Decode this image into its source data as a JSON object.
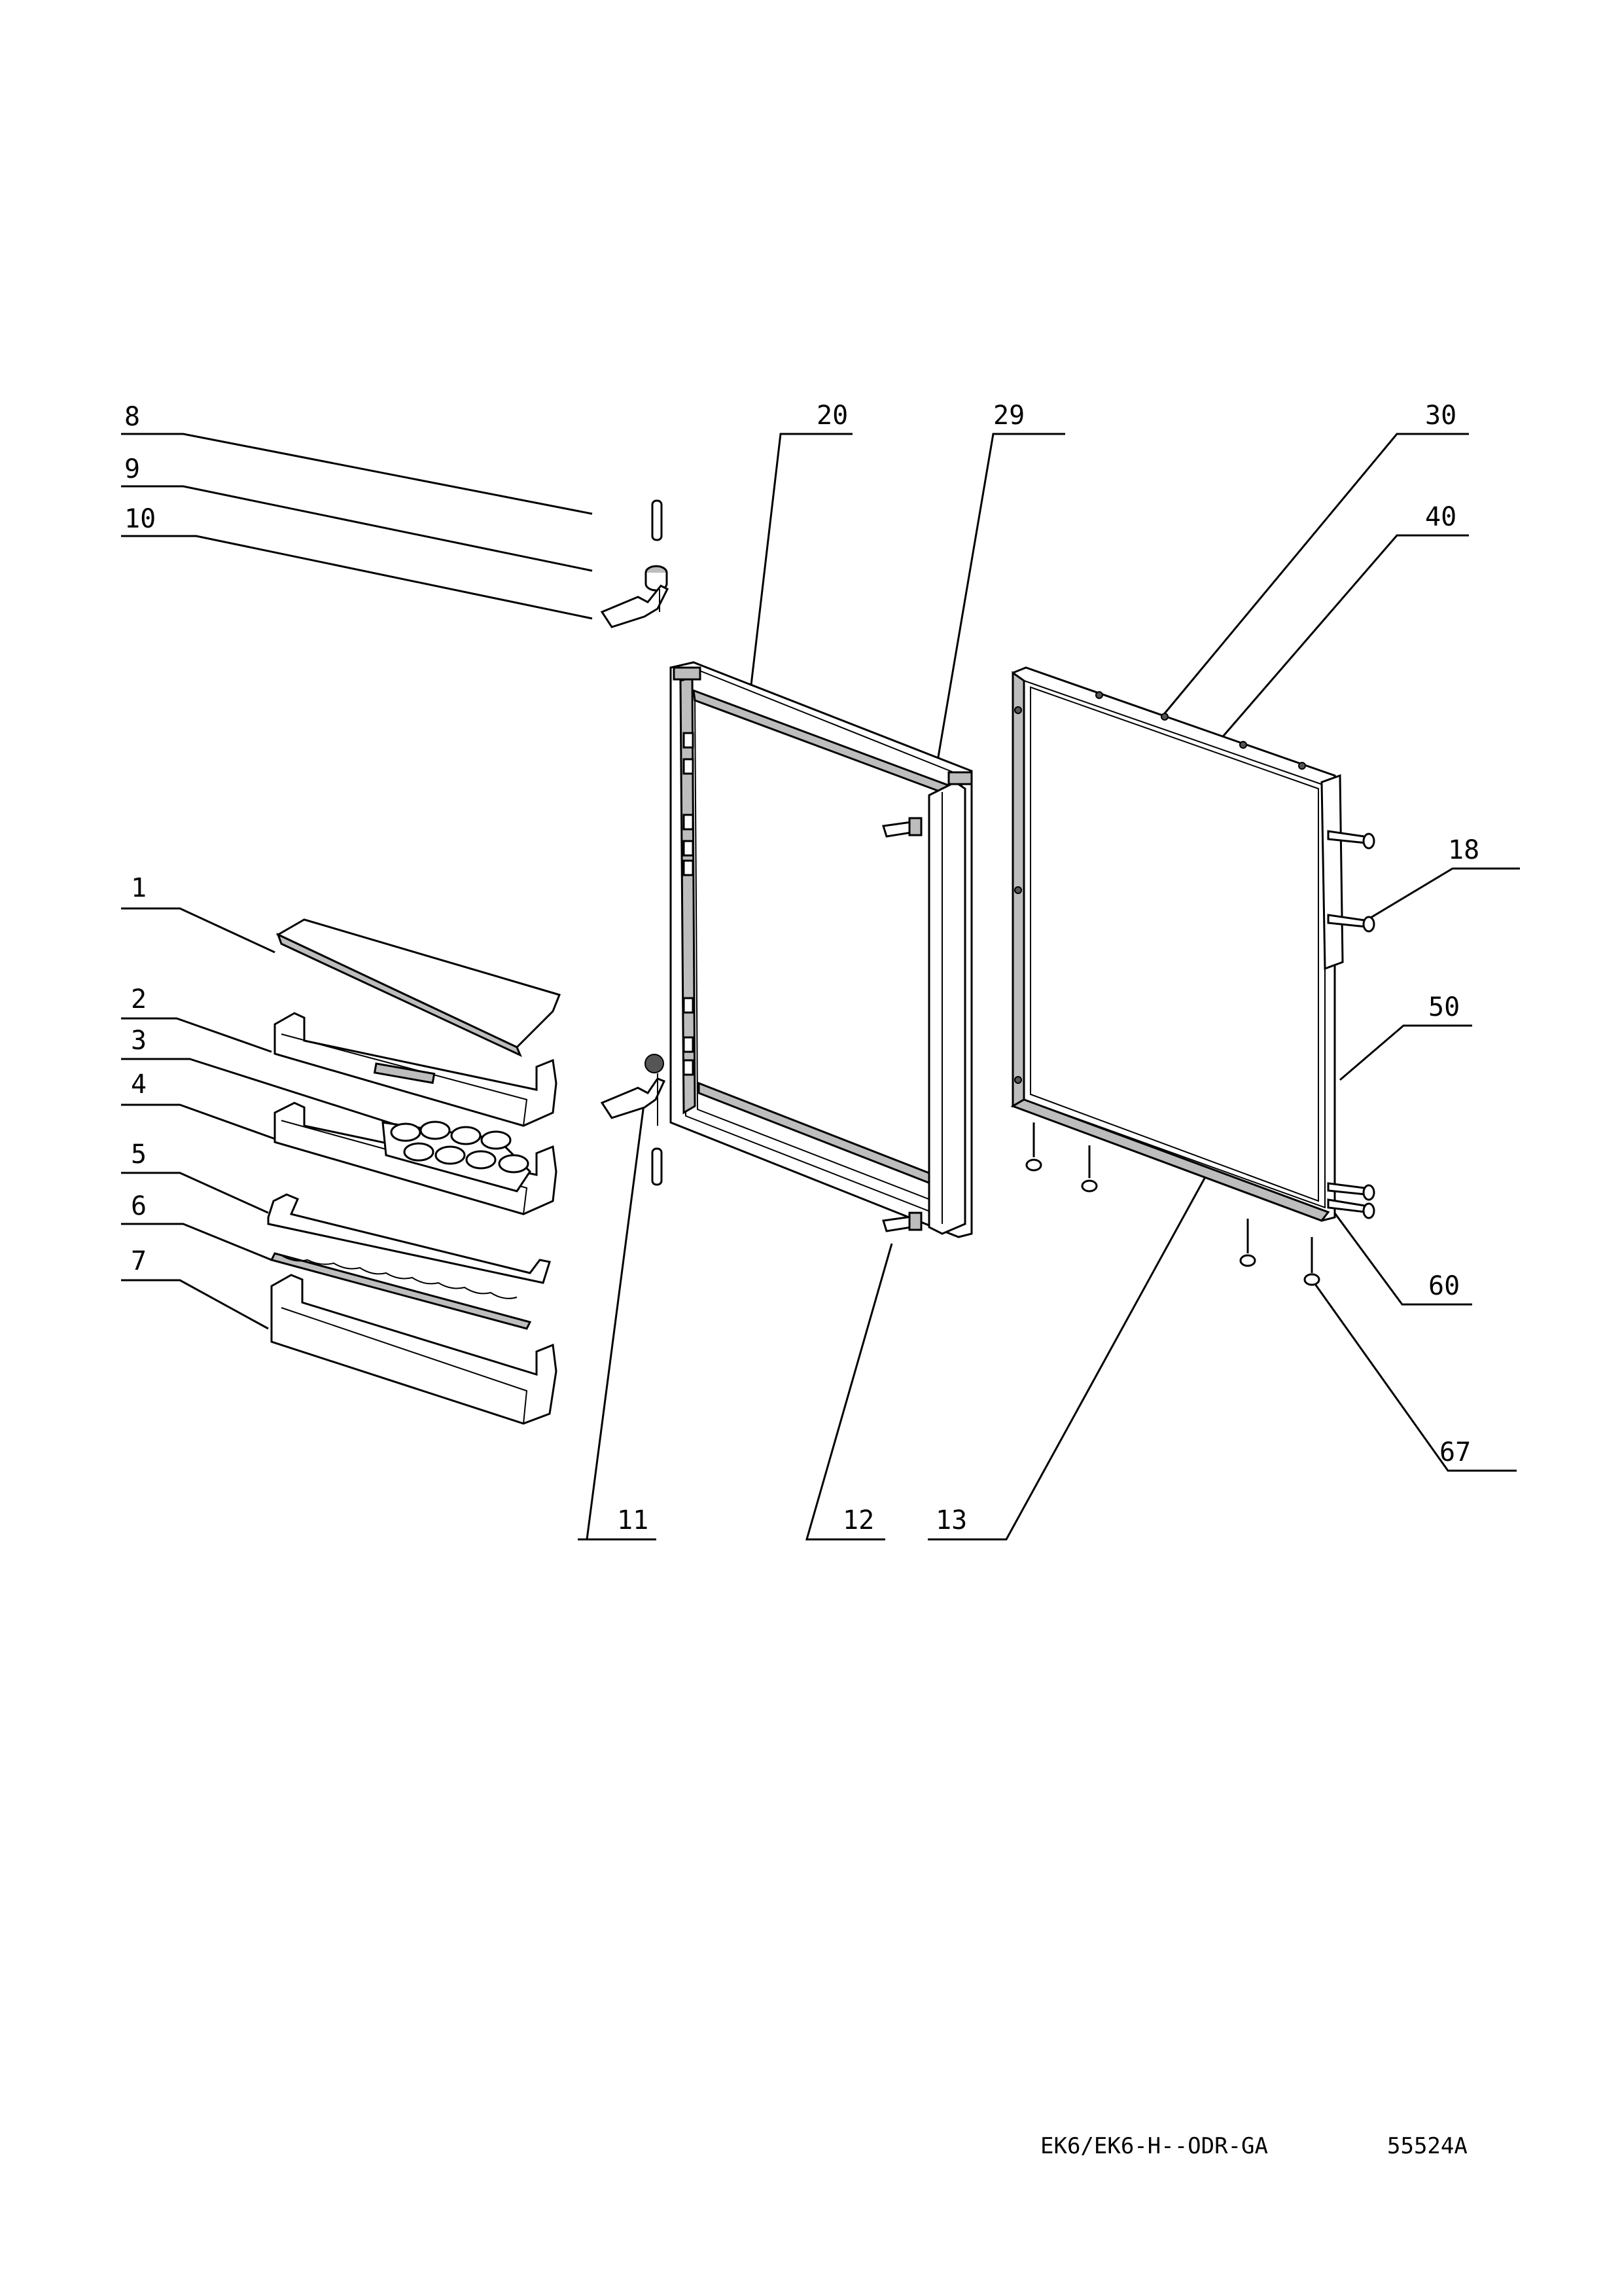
{
  "diagram": {
    "callouts": {
      "p1": "1",
      "p2": "2",
      "p3": "3",
      "p4": "4",
      "p5": "5",
      "p6": "6",
      "p7": "7",
      "p8": "8",
      "p9": "9",
      "p10": "10",
      "p11": "11",
      "p12": "12",
      "p13": "13",
      "p18": "18",
      "p20": "20",
      "p29": "29",
      "p30": "30",
      "p40": "40",
      "p50": "50",
      "p60": "60",
      "p67": "67"
    },
    "footer": {
      "model": "EK6/EK6-H--ODR-GA",
      "code": "55524A"
    }
  }
}
